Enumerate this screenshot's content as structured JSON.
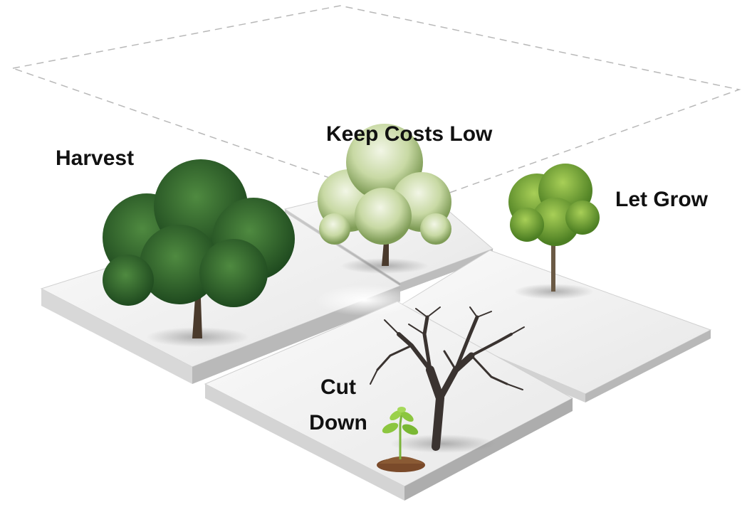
{
  "quadrants": {
    "harvest": {
      "label": "Harvest",
      "icon": "full-green-tree-icon"
    },
    "keep_costs_low": {
      "label": "Keep Costs Low",
      "icon": "flowering-tree-icon"
    },
    "let_grow": {
      "label": "Let Grow",
      "icon": "young-tree-icon"
    },
    "cut_down": {
      "label_line1": "Cut",
      "label_line2": "Down",
      "icon": "bare-tree-icon",
      "secondary_icon": "sapling-icon"
    }
  },
  "colors": {
    "tile_top": "#f4f4f4",
    "tile_edge": "#cfcfcf",
    "dashed_outline": "#b8b8b8",
    "foliage_dark": "#2e5f2a",
    "foliage_light": "#9cc36a",
    "blossom": "#dfe9c9",
    "trunk": "#4a3a2c"
  }
}
